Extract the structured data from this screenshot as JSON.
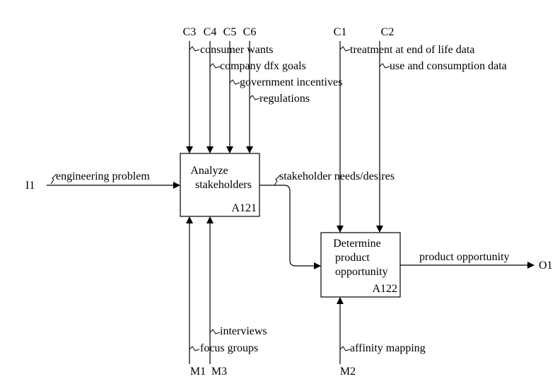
{
  "diagram": {
    "labels": {
      "c3": "C3",
      "c4": "C4",
      "c5": "C5",
      "c6": "C6",
      "c1": "C1",
      "c2": "C2",
      "i1": "I1",
      "o1": "O1",
      "m1": "M1",
      "m3": "M3",
      "m2": "M2"
    },
    "arrows": {
      "consumer_wants": "consumer wants",
      "company_dfx_goals": "company dfx goals",
      "government_incentives": "government incentives",
      "regulations": "regulations",
      "treatment_eol": "treatment at end of life data",
      "use_consumption": "use and consumption data",
      "engineering_problem": "engineering problem",
      "stakeholder_needs": "stakeholder needs/desires",
      "product_opportunity": "product opportunity",
      "interviews": "interviews",
      "focus_groups": "focus groups",
      "affinity_mapping": "affinity mapping"
    },
    "boxes": {
      "a121": {
        "title_line1": "Analyze",
        "title_line2": "stakeholders",
        "node": "A121"
      },
      "a122": {
        "title_line1": "Determine",
        "title_line2": "product",
        "title_line3": "opportunity",
        "node": "A122"
      }
    }
  }
}
